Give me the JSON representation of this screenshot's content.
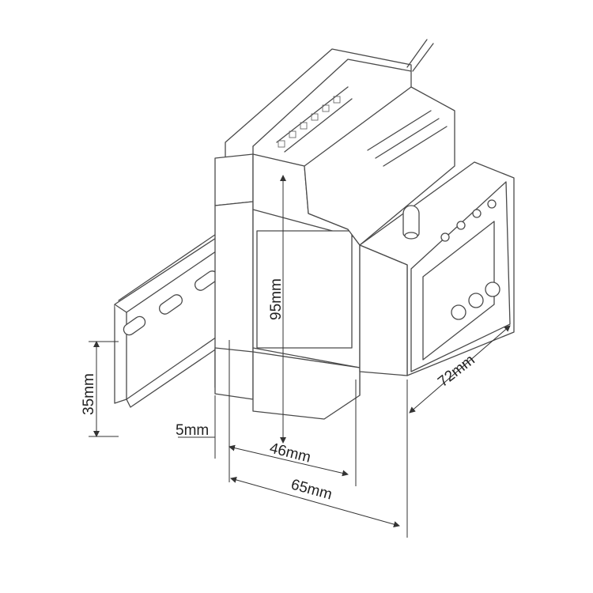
{
  "dimensions": {
    "rail_height": "35mm",
    "body_height": "95mm",
    "rail_offset": "5mm",
    "width_inner": "46mm",
    "width_total": "65mm",
    "depth": "72mm"
  },
  "colors": {
    "line": "#4a4a4a",
    "text": "#222222",
    "background": "#ffffff"
  }
}
